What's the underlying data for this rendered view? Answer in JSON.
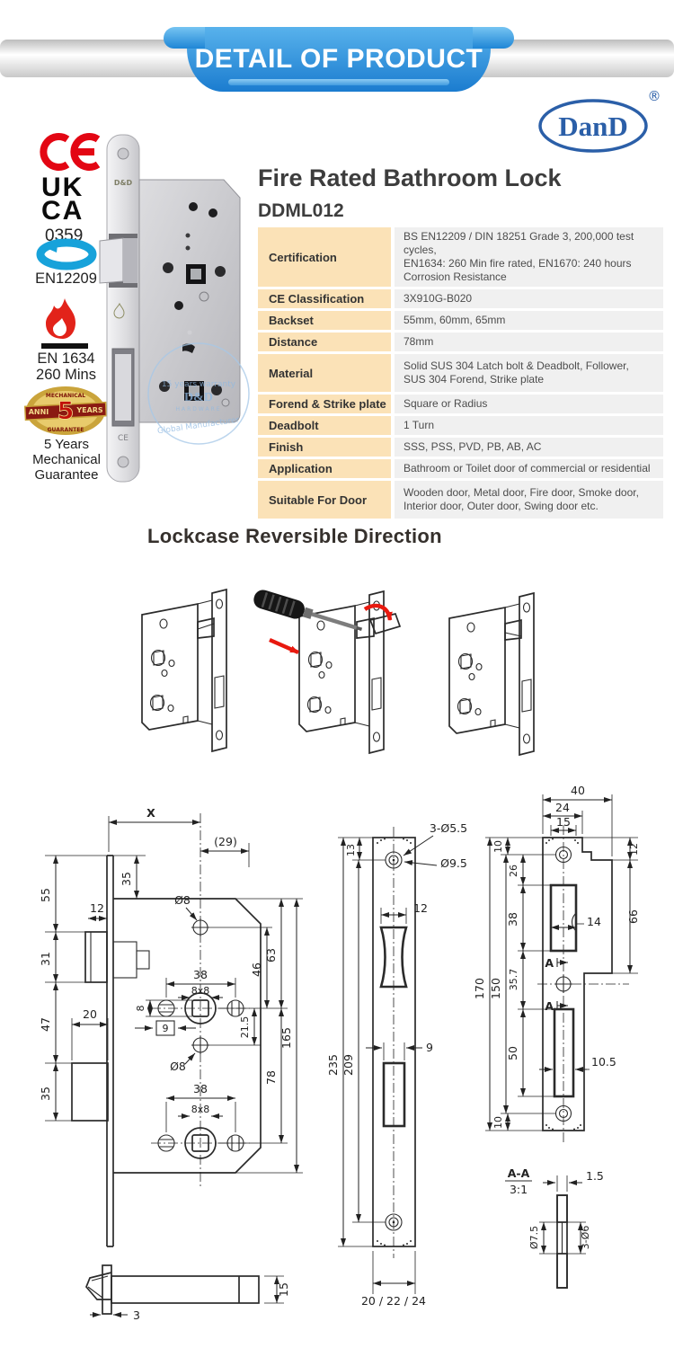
{
  "banner": {
    "title": "DETAIL OF PRODUCT"
  },
  "logo": {
    "name": "DanD",
    "registered": "®"
  },
  "certs": {
    "ukca_top": "UK",
    "ukca_bottom": "CA",
    "ukca_code": "0359",
    "en12209_label": "EN12209",
    "fire_label_1": "EN 1634",
    "fire_label_2": "260 Mins",
    "badge": {
      "left": "ANNI",
      "num": "5",
      "right": "YEARS",
      "top": "MECHANICAL",
      "bottom": "GUARANTEE"
    },
    "guarantee_lines": {
      "l1": "5 Years",
      "l2": "Mechanical",
      "l3": "Guarantee"
    }
  },
  "product": {
    "title": "Fire Rated Bathroom Lock",
    "model": "DDML012",
    "photo_brand": "D&D",
    "photo_ce": "CE",
    "watermark": {
      "line1": "15 years warranty",
      "line2": "D&D",
      "line3": "HARDWARE",
      "line4": "Global Manufacturer"
    }
  },
  "spec": {
    "rows": [
      {
        "label": "Certification",
        "value": "BS EN12209 / DIN 18251 Grade 3, 200,000 test cycles,\nEN1634: 260 Min fire rated, EN1670: 240 hours Corrosion Resistance"
      },
      {
        "label": "CE Classification",
        "value": "3X910G-B020"
      },
      {
        "label": "Backset",
        "value": "55mm, 60mm, 65mm"
      },
      {
        "label": "Distance",
        "value": "78mm"
      },
      {
        "label": "Material",
        "value": "Solid SUS 304 Latch bolt & Deadbolt, Follower,\nSUS 304 Forend, Strike plate"
      },
      {
        "label": "Forend & Strike plate",
        "value": "Square or Radius"
      },
      {
        "label": "Deadbolt",
        "value": "1 Turn"
      },
      {
        "label": "Finish",
        "value": "SSS, PSS, PVD, PB, AB, AC"
      },
      {
        "label": "Application",
        "value": "Bathroom or Toilet door of commercial or residential"
      },
      {
        "label": "Suitable For Door",
        "value": "Wooden door, Metal door, Fire door, Smoke door,\nInterior door, Outer door, Swing door etc."
      }
    ]
  },
  "reversible": {
    "title": "Lockcase Reversible Direction"
  },
  "tech": {
    "body_labels": [
      "X",
      "35",
      "(29)",
      "55",
      "12",
      "31",
      "47",
      "20",
      "35",
      "Ø8",
      "38",
      "8x8",
      "8",
      "9",
      "46",
      "63",
      "21.5",
      "Ø8",
      "38",
      "8x8",
      "78",
      "165"
    ],
    "face_labels": [
      "13",
      "3-Ø5.5",
      "Ø9.5",
      "12",
      "235",
      "209",
      "9",
      "20 / 22 / 24"
    ],
    "strike_labels": [
      "40",
      "24",
      "15",
      "10",
      "26",
      "12",
      "38",
      "14",
      "66",
      "170",
      "150",
      "35.7",
      "A",
      "A",
      "50",
      "10.5",
      "10"
    ],
    "aa_labels": [
      "A-A",
      "3:1",
      "1.5",
      "Ø7.5",
      "3-Ø6"
    ],
    "latch_labels": [
      "15",
      "3"
    ]
  }
}
